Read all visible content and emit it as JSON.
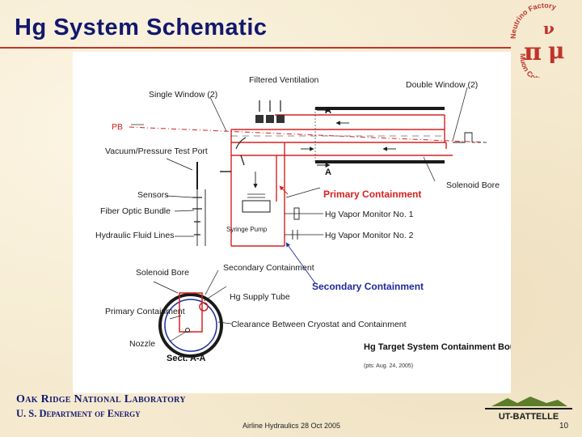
{
  "slide": {
    "title": "Hg System Schematic",
    "page_number": "10",
    "footer_center": "Airline Hydraulics 28 Oct 2005",
    "org_line1": "Oak Ridge National Laboratory",
    "org_line2": "U. S. Department of Energy",
    "ut_logo_text": "UT-BATTELLE",
    "nf_logo": {
      "text_top": "Neutrino Factory",
      "text_bottom": "Muon Collider",
      "symbols": [
        "ν",
        "π",
        "μ"
      ]
    }
  },
  "diagram": {
    "labels": {
      "filtered_ventilation": "Filtered Ventilation",
      "single_window": "Single Window (2)",
      "double_window": "Double Window (2)",
      "section_a_top": "A",
      "section_a_bottom": "A",
      "pb": "PB",
      "vacuum_pressure": "Vacuum/Pressure Test Port",
      "sensors": "Sensors",
      "fiber_optic": "Fiber Optic Bundle",
      "hydraulic": "Hydraulic Fluid Lines",
      "syringe_pump": "Syringe Pump",
      "solenoid_bore_right": "Solenoid Bore",
      "primary_containment_red": "Primary Containment",
      "hg_vapor_1": "Hg Vapor Monitor No. 1",
      "hg_vapor_2": "Hg Vapor Monitor No. 2",
      "solenoid_bore_left": "Solenoid Bore",
      "secondary_containment_small": "Secondary Containment",
      "secondary_containment_blue": "Secondary Containment",
      "hg_supply_tube": "Hg Supply Tube",
      "primary_containment_left": "Primary Containment",
      "clearance": "Clearance Between Cryostat and Containment",
      "nozzle": "Nozzle",
      "sect_aa": "Sect. A-A",
      "target_boundaries": "Hg Target System Containment Boundaries",
      "date_note": "(pts: Aug. 24, 2005)"
    },
    "colors": {
      "primary": "#d62020",
      "secondary": "#1d2b9c",
      "line": "#1a1a1a",
      "title": "#12186e"
    }
  }
}
